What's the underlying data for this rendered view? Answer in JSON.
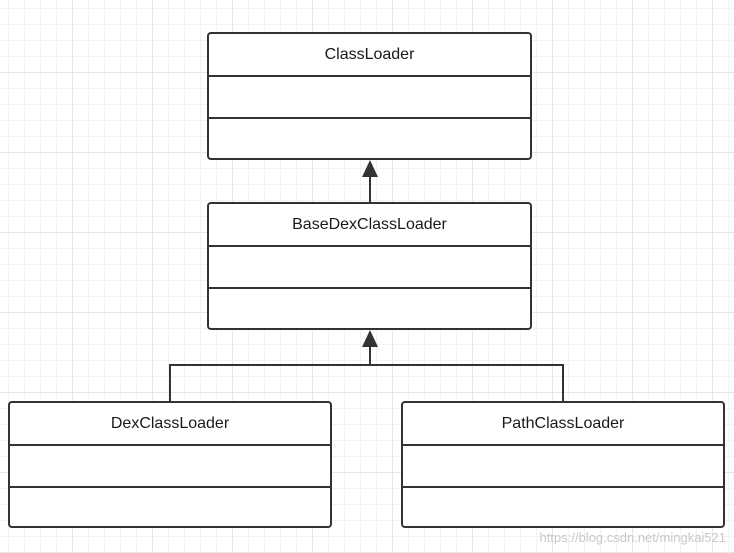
{
  "diagram": {
    "classes": {
      "classloader": "ClassLoader",
      "basedexclassloader": "BaseDexClassLoader",
      "dexclassloader": "DexClassLoader",
      "pathclassloader": "PathClassLoader"
    },
    "watermark": "https://blog.csdn.net/mingkai521"
  }
}
